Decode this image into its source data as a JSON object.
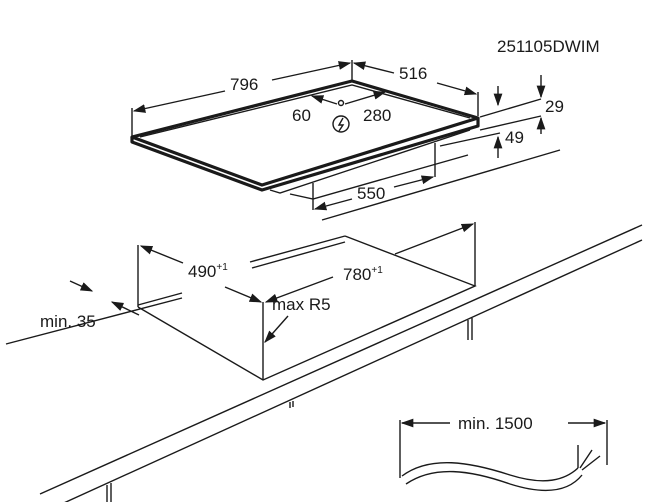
{
  "drawing_id": "251105DWIM",
  "hob": {
    "width": "796",
    "depth": "516",
    "connection_left": "60",
    "connection_right": "280",
    "thickness_top": "29",
    "thickness_total": "49",
    "underside_depth": "550"
  },
  "cutout": {
    "depth": "490",
    "depth_tolerance": "+1",
    "width": "780",
    "width_tolerance": "+1",
    "corner_radius": "max R5",
    "front_distance": "min. 35"
  },
  "cable": {
    "length": "min. 1500"
  },
  "icons": [
    "power-connection-icon"
  ]
}
